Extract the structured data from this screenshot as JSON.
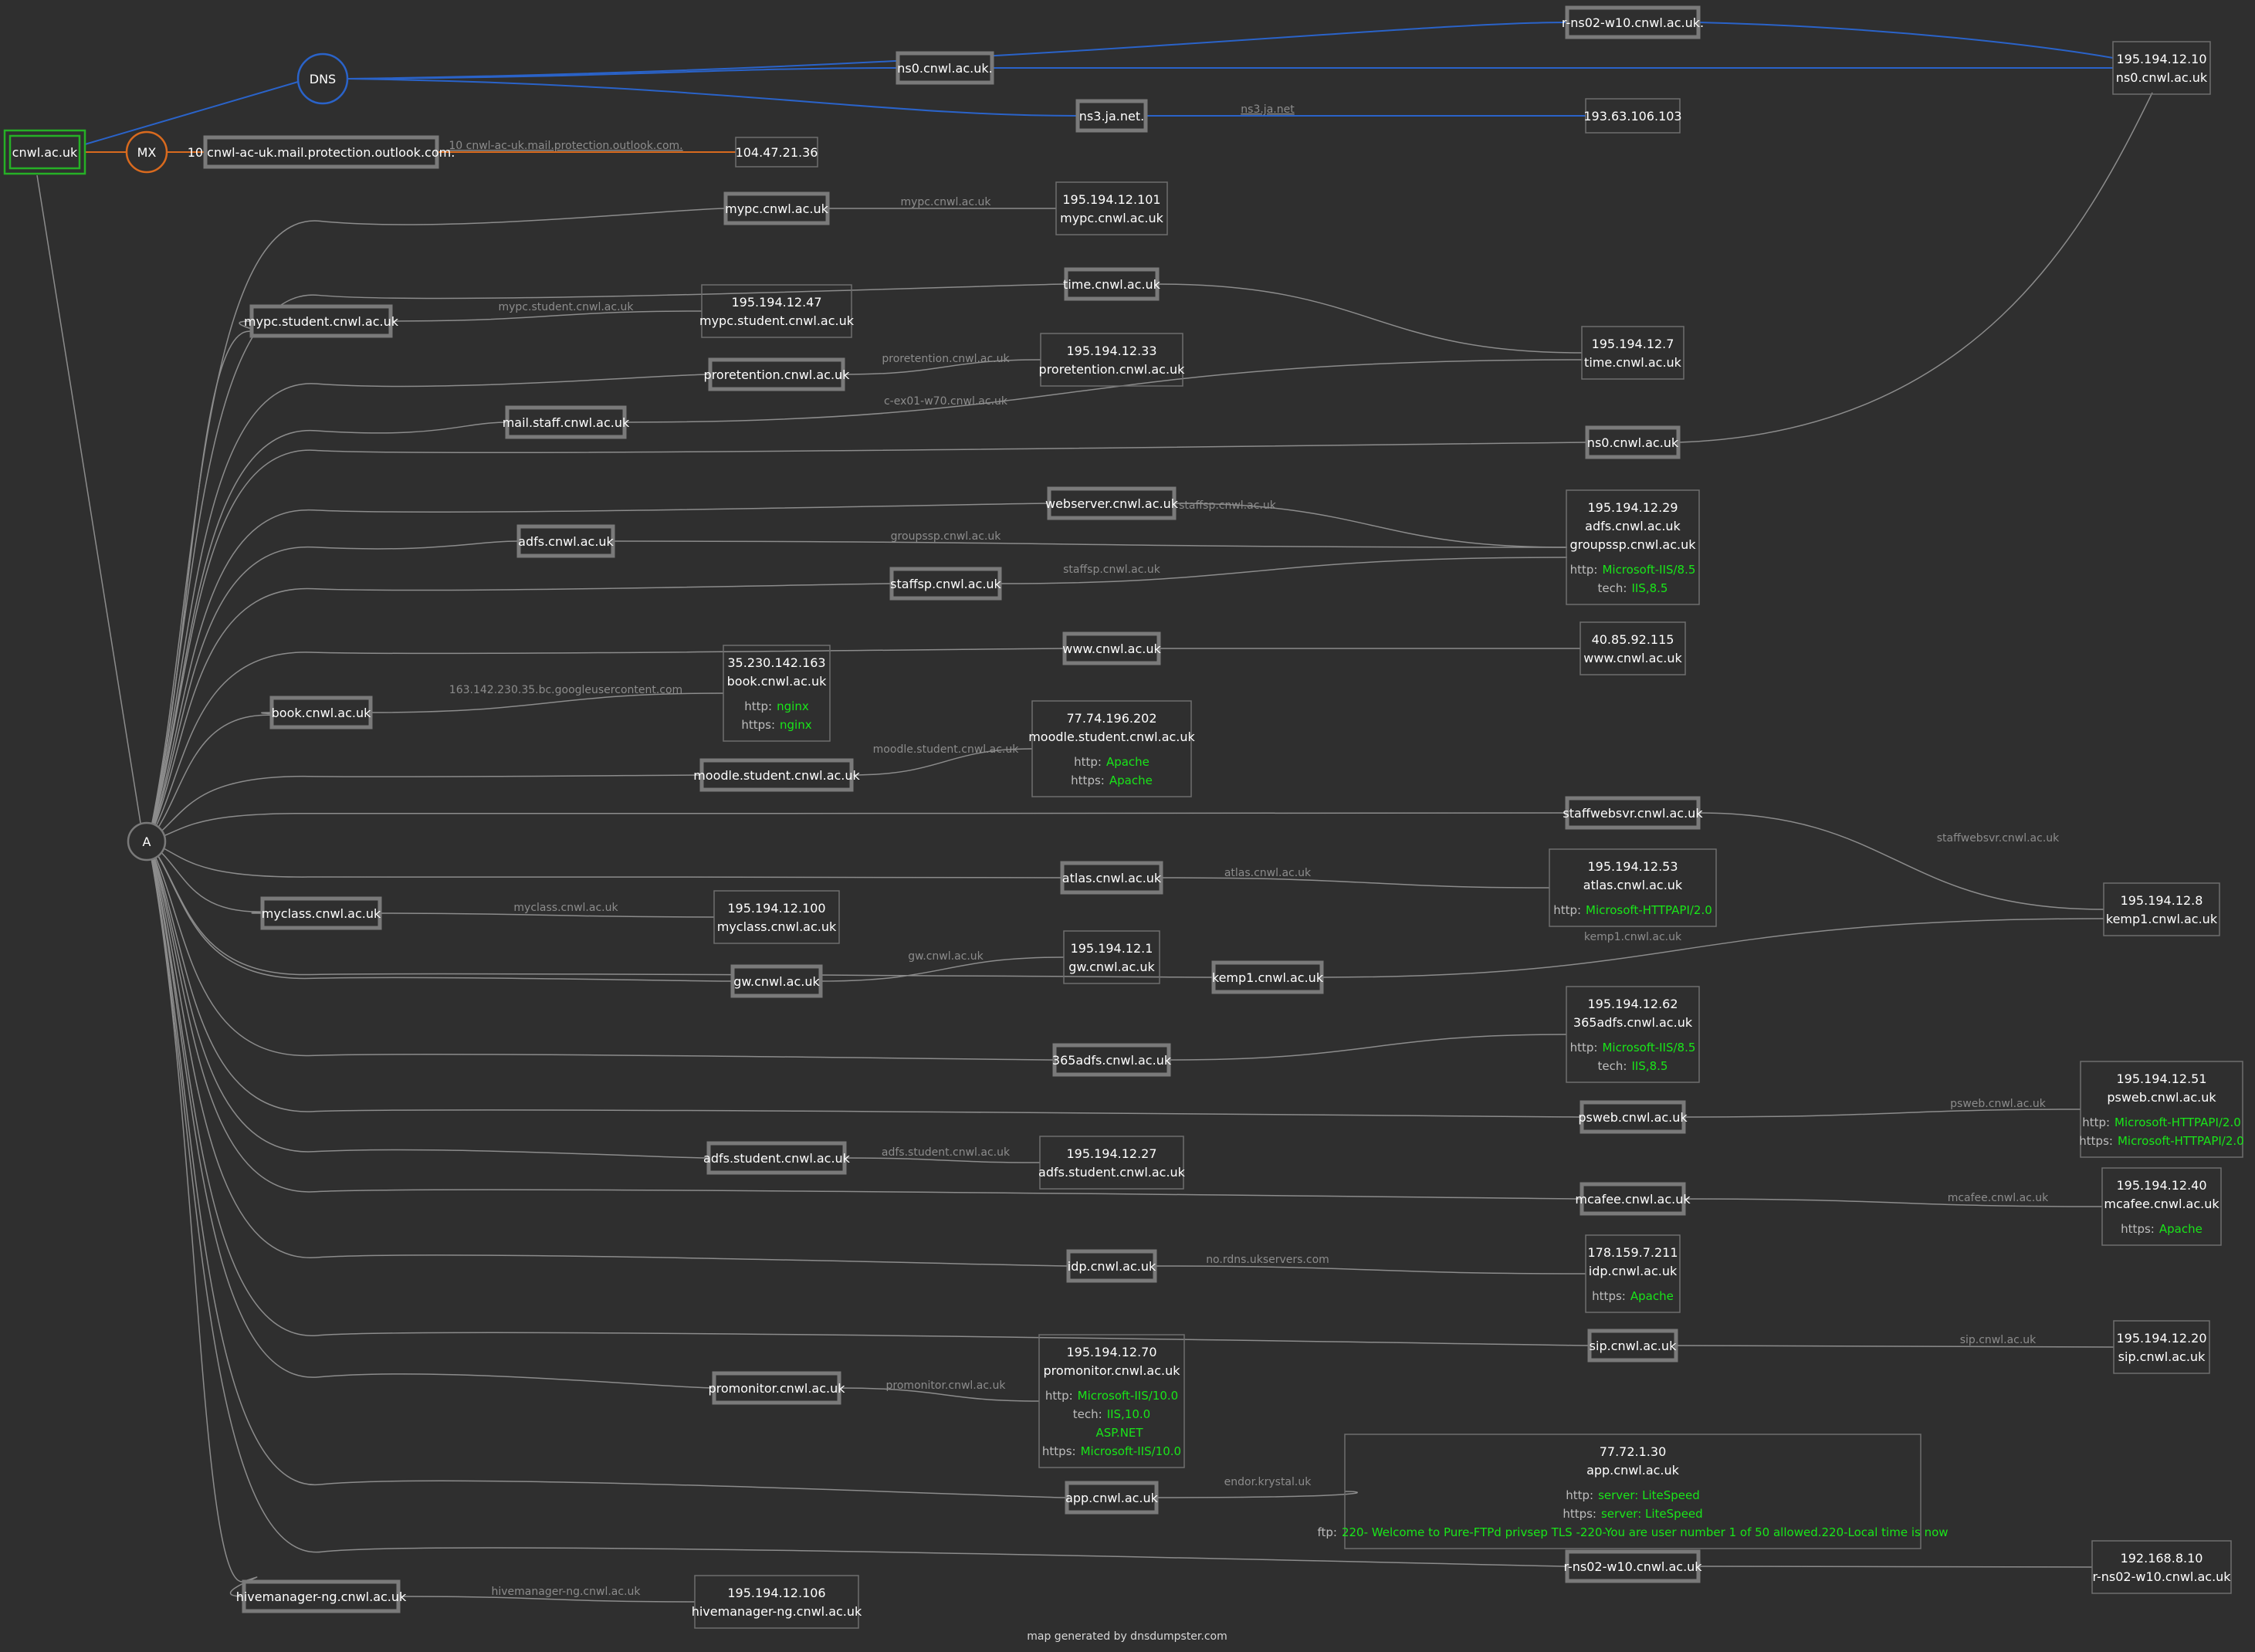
{
  "colors": {
    "background": "#2f2f2f",
    "edge_default": "#8c8c8c",
    "edge_dns": "#2a63c9",
    "edge_mx": "#d96a1e",
    "root_border": "#26b026",
    "value_text": "#19e619"
  },
  "footer": "map generated by dnsdumpster.com",
  "root": {
    "name": "cnwl.ac.uk"
  },
  "hubs": {
    "dns": "DNS",
    "mx": "MX",
    "a": "A"
  },
  "dns": {
    "servers": [
      "r-ns02-w10.cnwl.ac.uk.",
      "ns0.cnwl.ac.uk.",
      "ns3.ja.net."
    ],
    "ips": [
      {
        "lines": [
          "195.194.12.10",
          "ns0.cnwl.ac.uk"
        ]
      },
      {
        "lines": [
          "193.63.106.103"
        ]
      }
    ],
    "edge_labels": [
      "ns3.ja.net"
    ]
  },
  "mx": {
    "record": "10 cnwl-ac-uk.mail.protection.outlook.com.",
    "edge_label": "10 cnwl-ac-uk.mail.protection.outlook.com.",
    "ip": "104.47.21.36"
  },
  "a_records": [
    {
      "host": "mypc.cnwl.ac.uk",
      "edge": "mypc.cnwl.ac.uk",
      "ip": {
        "lines": [
          "195.194.12.101",
          "mypc.cnwl.ac.uk"
        ]
      }
    },
    {
      "host": "time.cnwl.ac.uk",
      "edge": "",
      "ip": {
        "lines": [
          "195.194.12.7",
          "time.cnwl.ac.uk"
        ]
      }
    },
    {
      "host": "mypc.student.cnwl.ac.uk",
      "edge": "mypc.student.cnwl.ac.uk",
      "ip": {
        "lines": [
          "195.194.12.47",
          "mypc.student.cnwl.ac.uk"
        ]
      }
    },
    {
      "host": "proretention.cnwl.ac.uk",
      "edge": "proretention.cnwl.ac.uk",
      "ip": {
        "lines": [
          "195.194.12.33",
          "proretention.cnwl.ac.uk"
        ]
      }
    },
    {
      "host": "mail.staff.cnwl.ac.uk",
      "edge": "c-ex01-w70.cnwl.ac.uk"
    },
    {
      "host": "ns0.cnwl.ac.uk"
    },
    {
      "host": "webserver.cnwl.ac.uk",
      "edge": "staffsp.cnwl.ac.uk",
      "ip": {
        "lines": [
          "195.194.12.29",
          "adfs.cnwl.ac.uk",
          "groupssp.cnwl.ac.uk"
        ],
        "services": [
          {
            "k": "http:",
            "v": [
              "Microsoft-IIS/8.5"
            ]
          },
          {
            "k": "tech:",
            "v": [
              "IIS,8.5"
            ]
          }
        ]
      }
    },
    {
      "host": "adfs.cnwl.ac.uk",
      "edge": "groupssp.cnwl.ac.uk"
    },
    {
      "host": "staffsp.cnwl.ac.uk",
      "edge": "staffsp.cnwl.ac.uk"
    },
    {
      "host": "www.cnwl.ac.uk",
      "edge": "",
      "ip": {
        "lines": [
          "40.85.92.115",
          "www.cnwl.ac.uk"
        ]
      }
    },
    {
      "host": "book.cnwl.ac.uk",
      "edge": "163.142.230.35.bc.googleusercontent.com",
      "ip": {
        "lines": [
          "35.230.142.163",
          "book.cnwl.ac.uk"
        ],
        "services": [
          {
            "k": "http:",
            "v": [
              "nginx"
            ]
          },
          {
            "k": "https:",
            "v": [
              "nginx"
            ]
          }
        ]
      }
    },
    {
      "host": "moodle.student.cnwl.ac.uk",
      "edge": "moodle.student.cnwl.ac.uk",
      "ip": {
        "lines": [
          "77.74.196.202",
          "moodle.student.cnwl.ac.uk"
        ],
        "services": [
          {
            "k": "http:",
            "v": [
              "Apache"
            ]
          },
          {
            "k": "https:",
            "v": [
              "Apache"
            ]
          }
        ]
      }
    },
    {
      "host": "staffwebsvr.cnwl.ac.uk",
      "edge": "staffwebsvr.cnwl.ac.uk",
      "ip": {
        "lines": [
          "195.194.12.8",
          "kemp1.cnwl.ac.uk"
        ]
      }
    },
    {
      "host": "atlas.cnwl.ac.uk",
      "edge": "atlas.cnwl.ac.uk",
      "ip": {
        "lines": [
          "195.194.12.53",
          "atlas.cnwl.ac.uk"
        ],
        "services": [
          {
            "k": "http:",
            "v": [
              "Microsoft-HTTPAPI/2.0"
            ]
          }
        ]
      }
    },
    {
      "host": "myclass.cnwl.ac.uk",
      "edge": "myclass.cnwl.ac.uk",
      "ip": {
        "lines": [
          "195.194.12.100",
          "myclass.cnwl.ac.uk"
        ]
      }
    },
    {
      "host": "gw.cnwl.ac.uk",
      "edge": "gw.cnwl.ac.uk",
      "ip": {
        "lines": [
          "195.194.12.1",
          "gw.cnwl.ac.uk"
        ]
      }
    },
    {
      "host": "kemp1.cnwl.ac.uk",
      "edge": "kemp1.cnwl.ac.uk"
    },
    {
      "host": "365adfs.cnwl.ac.uk",
      "edge": "",
      "ip": {
        "lines": [
          "195.194.12.62",
          "365adfs.cnwl.ac.uk"
        ],
        "services": [
          {
            "k": "http:",
            "v": [
              "Microsoft-IIS/8.5"
            ]
          },
          {
            "k": "tech:",
            "v": [
              "IIS,8.5"
            ]
          }
        ]
      }
    },
    {
      "host": "psweb.cnwl.ac.uk",
      "edge": "psweb.cnwl.ac.uk",
      "ip": {
        "lines": [
          "195.194.12.51",
          "psweb.cnwl.ac.uk"
        ],
        "services": [
          {
            "k": "http:",
            "v": [
              "Microsoft-HTTPAPI/2.0"
            ]
          },
          {
            "k": "https:",
            "v": [
              "Microsoft-HTTPAPI/2.0"
            ]
          }
        ]
      }
    },
    {
      "host": "adfs.student.cnwl.ac.uk",
      "edge": "adfs.student.cnwl.ac.uk",
      "ip": {
        "lines": [
          "195.194.12.27",
          "adfs.student.cnwl.ac.uk"
        ]
      }
    },
    {
      "host": "mcafee.cnwl.ac.uk",
      "edge": "mcafee.cnwl.ac.uk",
      "ip": {
        "lines": [
          "195.194.12.40",
          "mcafee.cnwl.ac.uk"
        ],
        "services": [
          {
            "k": "https:",
            "v": [
              "Apache"
            ]
          }
        ]
      }
    },
    {
      "host": "idp.cnwl.ac.uk",
      "edge": "no.rdns.ukservers.com",
      "ip": {
        "lines": [
          "178.159.7.211",
          "idp.cnwl.ac.uk"
        ],
        "services": [
          {
            "k": "https:",
            "v": [
              "Apache"
            ]
          }
        ]
      }
    },
    {
      "host": "sip.cnwl.ac.uk",
      "edge": "sip.cnwl.ac.uk",
      "ip": {
        "lines": [
          "195.194.12.20",
          "sip.cnwl.ac.uk"
        ]
      }
    },
    {
      "host": "promonitor.cnwl.ac.uk",
      "edge": "promonitor.cnwl.ac.uk",
      "ip": {
        "lines": [
          "195.194.12.70",
          "promonitor.cnwl.ac.uk"
        ],
        "services": [
          {
            "k": "http:",
            "v": [
              "Microsoft-IIS/10.0"
            ]
          },
          {
            "k": "tech:",
            "v": [
              "IIS,10.0",
              "ASP.NET"
            ]
          },
          {
            "k": "https:",
            "v": [
              "Microsoft-IIS/10.0"
            ]
          }
        ]
      }
    },
    {
      "host": "app.cnwl.ac.uk",
      "edge": "endor.krystal.uk",
      "ip": {
        "lines": [
          "77.72.1.30",
          "app.cnwl.ac.uk"
        ],
        "services": [
          {
            "k": "http:",
            "v": [
              "server: LiteSpeed"
            ]
          },
          {
            "k": "https:",
            "v": [
              "server: LiteSpeed"
            ]
          },
          {
            "k": "ftp:",
            "v": [
              "220- Welcome to Pure-FTPd privsep TLS -220-You are user number 1 of 50 allowed.220-Local time is now"
            ]
          }
        ]
      }
    },
    {
      "host": "r-ns02-w10.cnwl.ac.uk",
      "edge": "",
      "ip": {
        "lines": [
          "192.168.8.10",
          "r-ns02-w10.cnwl.ac.uk"
        ]
      }
    },
    {
      "host": "hivemanager-ng.cnwl.ac.uk",
      "edge": "hivemanager-ng.cnwl.ac.uk",
      "ip": {
        "lines": [
          "195.194.12.106",
          "hivemanager-ng.cnwl.ac.uk"
        ]
      }
    }
  ]
}
